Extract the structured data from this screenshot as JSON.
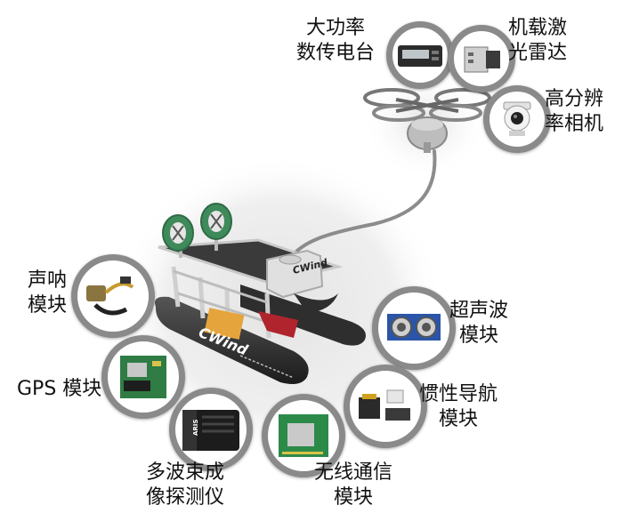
{
  "modules": {
    "radio": {
      "line1": "大功率",
      "line2": "数传电台"
    },
    "lidar": {
      "line1": "机载激",
      "line2": "光雷达"
    },
    "camera": {
      "line1": "高分辨",
      "line2": "率相机"
    },
    "sonar": {
      "line1": "声呐",
      "line2": "模块"
    },
    "ultrasonic": {
      "line1": "超声波",
      "line2": "模块"
    },
    "gps": {
      "line1": "GPS 模块"
    },
    "imu": {
      "line1": "惯性导航",
      "line2": "模块"
    },
    "multibeam": {
      "line1": "多波束成",
      "line2": "像探测仪"
    },
    "wireless": {
      "line1": "无线通信",
      "line2": "模块"
    }
  },
  "boat": {
    "brand_deck": "CWind",
    "brand_hull": "CWind",
    "sonar_brand": "ARIS"
  },
  "colors": {
    "hub_border": "#8a8a8a",
    "fan_green": "#3f8a5a",
    "hull_dark": "#2b2b2b",
    "deck_dark": "#3a3a3a"
  }
}
